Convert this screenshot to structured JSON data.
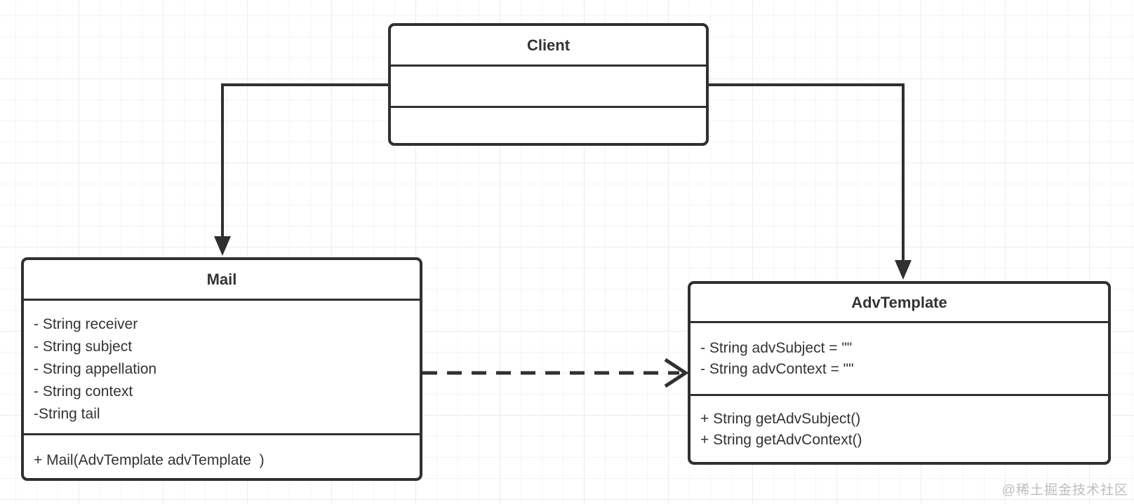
{
  "diagram": {
    "type": "uml-class-diagram",
    "classes": {
      "client": {
        "name": "Client",
        "attributes": [],
        "methods": []
      },
      "mail": {
        "name": "Mail",
        "attributes": [
          "- String receiver",
          "- String subject",
          "- String appellation",
          "- String context",
          "-String tail"
        ],
        "methods": [
          "+ Mail(AdvTemplate advTemplate  )"
        ]
      },
      "advTemplate": {
        "name": "AdvTemplate",
        "attributes": [
          "- String advSubject = \"\"",
          "- String advContext = \"\""
        ],
        "methods": [
          "+ String getAdvSubject()",
          "+ String getAdvContext()"
        ]
      }
    },
    "relations": [
      {
        "from": "Client",
        "to": "Mail",
        "line": "solid",
        "arrowhead": "filled-triangle"
      },
      {
        "from": "Client",
        "to": "AdvTemplate",
        "line": "solid",
        "arrowhead": "filled-triangle"
      },
      {
        "from": "Mail",
        "to": "AdvTemplate",
        "line": "dashed",
        "arrowhead": "open-v"
      }
    ],
    "colors": {
      "stroke": "#303030",
      "text": "#333333",
      "background": "#ffffff",
      "grid_minor": "#f5f5f5",
      "grid_major": "#ececec",
      "watermark": "#bdbdbd"
    }
  },
  "watermark": {
    "text": "@稀土掘金技术社区"
  }
}
